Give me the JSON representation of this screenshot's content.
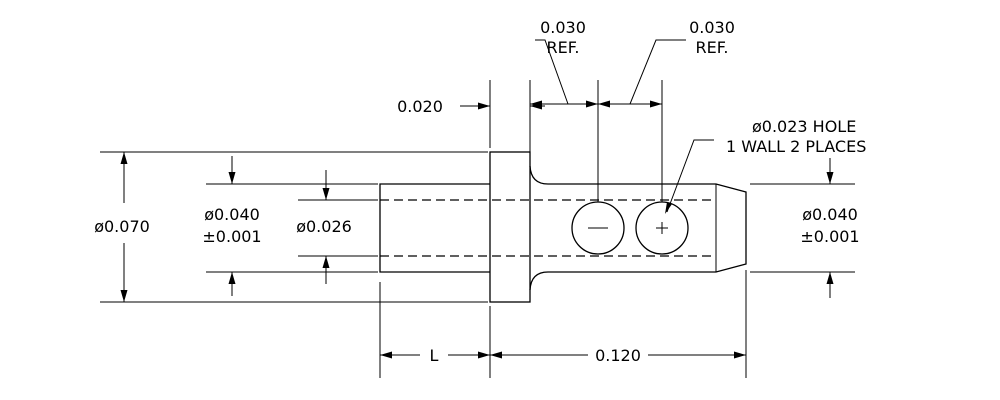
{
  "dimensions": {
    "ref_left": {
      "value": "0.030",
      "note": "REF."
    },
    "ref_right": {
      "value": "0.030",
      "note": "REF."
    },
    "flange_thickness": "0.020",
    "hole_callout": {
      "line1": "ø0.023 HOLE",
      "line2": "1 WALL 2 PLACES"
    },
    "flange_diameter": "ø0.070",
    "bore_diameter": {
      "value": "ø0.040",
      "tolerance": "±0.001"
    },
    "inner_diameter": "ø0.026",
    "shank_diameter": {
      "value": "ø0.040",
      "tolerance": "±0.001"
    },
    "length_label": "L",
    "overall_length": "0.120"
  }
}
